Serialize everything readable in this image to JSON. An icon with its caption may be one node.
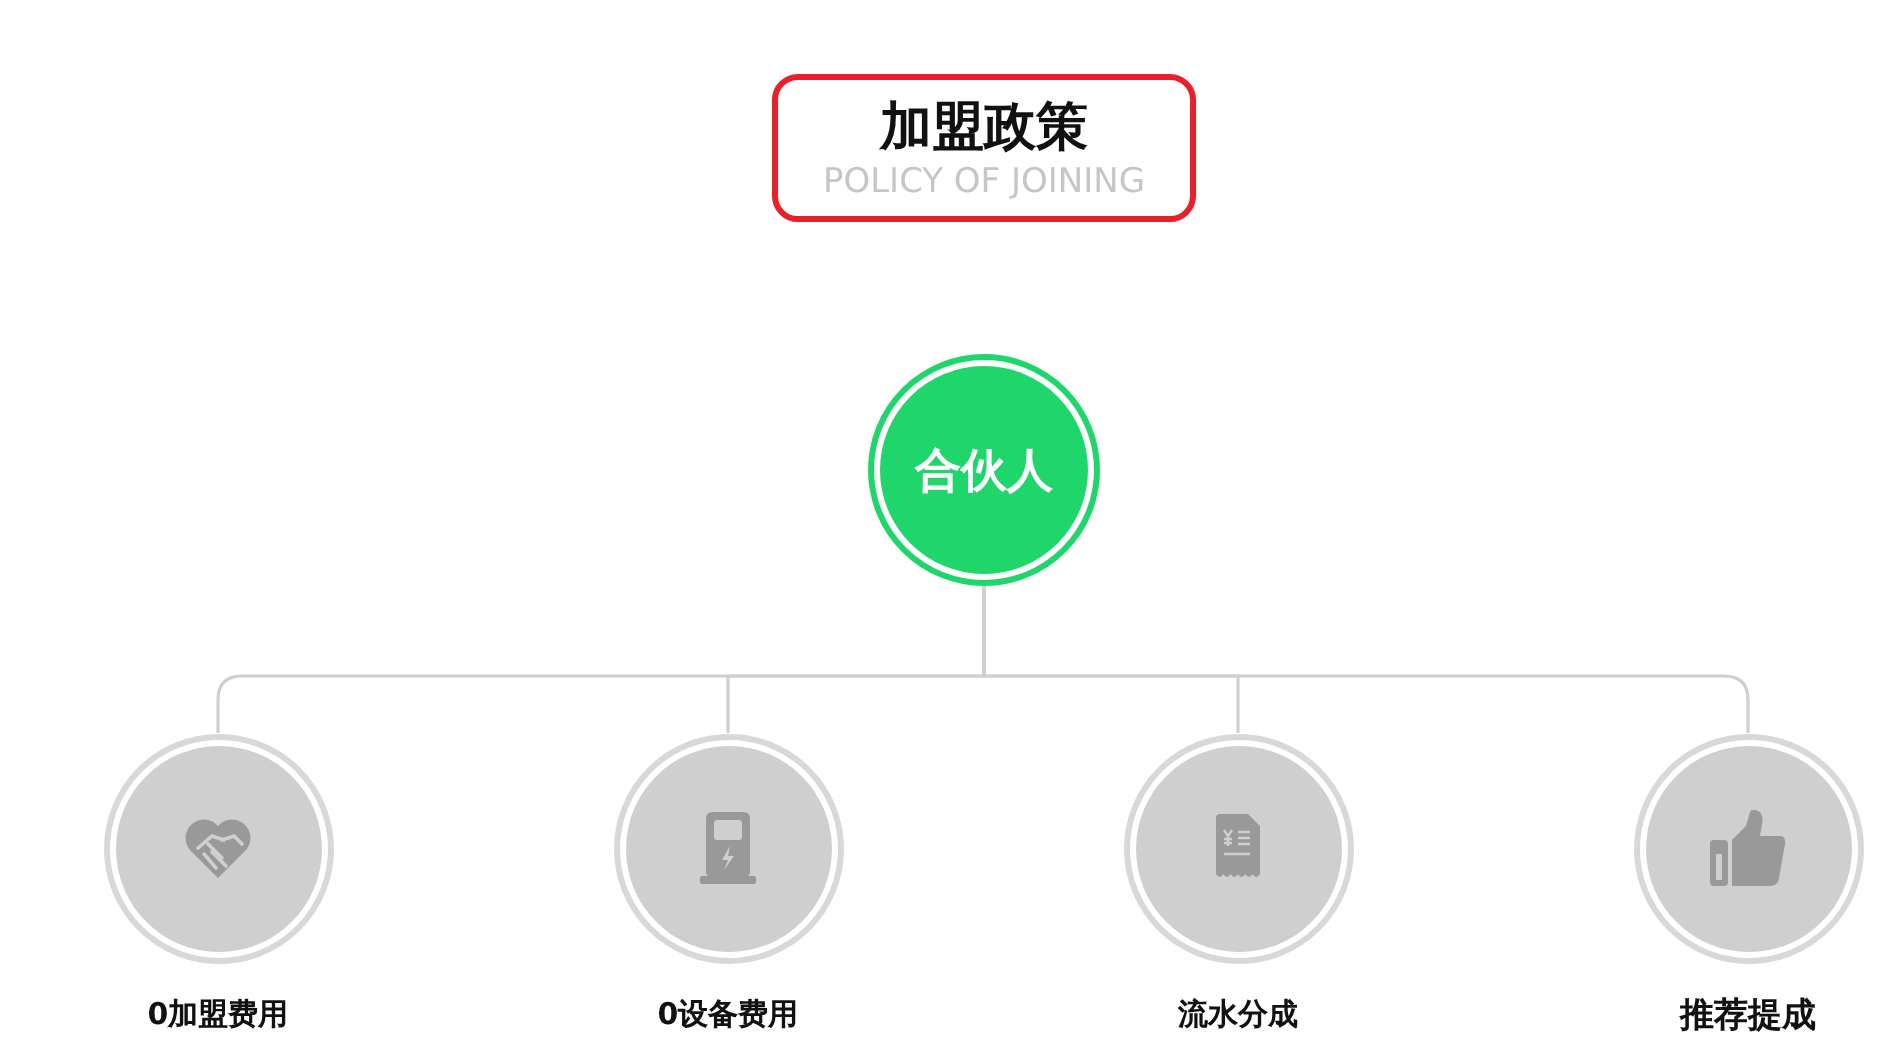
{
  "diagram": {
    "nodes": [
      {
        "text": [
          "加盟政策",
          "POLICY OF JOINING"
        ]
      },
      {
        "text": [
          "合伙人"
        ]
      },
      {
        "text": [],
        "shape": "circle",
        "beside": [
          "0加盟费用"
        ]
      },
      {
        "text": [],
        "shape": "circle",
        "beside": [
          "0设备费用"
        ]
      },
      {
        "text": [],
        "shape": "circle",
        "beside": [
          "流水分成"
        ]
      },
      {
        "text": [],
        "shape": "circle",
        "beside": [
          "推荐提成"
        ]
      }
    ],
    "edges": [
      {
        "from": 1,
        "to": 2,
        "arrow": "none"
      },
      {
        "from": 1,
        "to": 3,
        "arrow": "none"
      },
      {
        "from": 1,
        "to": 4,
        "arrow": "none"
      },
      {
        "from": 1,
        "to": 5,
        "arrow": "none"
      }
    ]
  }
}
